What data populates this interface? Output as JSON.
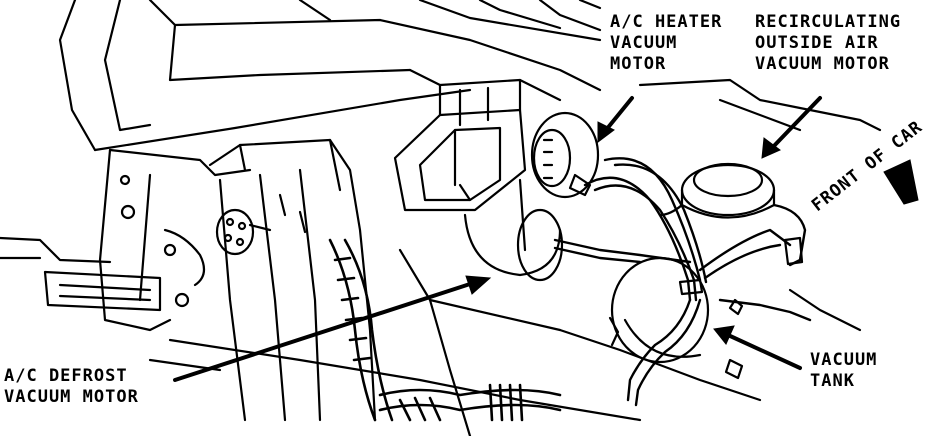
{
  "labels": {
    "heater_motor": [
      "A/C HEATER",
      "VACUUM",
      "MOTOR"
    ],
    "recirc_motor": [
      "RECIRCULATING",
      "OUTSIDE AIR",
      "VACUUM MOTOR"
    ],
    "defrost_motor": [
      "A/C DEFROST",
      "VACUUM MOTOR"
    ],
    "vacuum_tank": [
      "VACUUM",
      "TANK"
    ],
    "front_of_car": "FRONT OF CAR"
  },
  "colors": {
    "ink": "#000000",
    "paper": "#ffffff"
  }
}
